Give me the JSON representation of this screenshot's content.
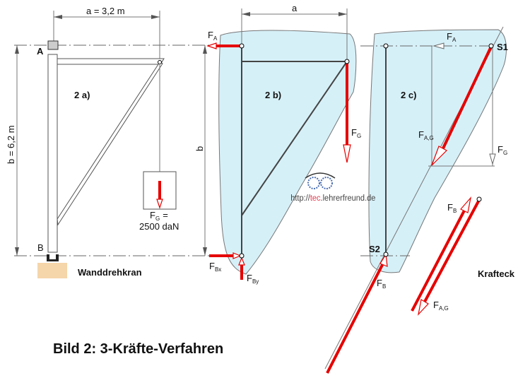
{
  "title": "Bild 2: 3-Kräfte-Verfahren",
  "panel_a": {
    "label": "2 a)",
    "dim_a": "a = 3,2 m",
    "dim_b": "b = 6,2 m",
    "point_a": "A",
    "point_b": "B",
    "load_symbol": "F",
    "load_sub": "G",
    "load_eq": "=",
    "load_value": "2500 daN",
    "caption": "Wanddrehkran"
  },
  "panel_b": {
    "label": "2 b)",
    "dim_a": "a",
    "dim_b": "b",
    "fa": "F",
    "fa_sub": "A",
    "fg": "F",
    "fg_sub": "G",
    "fbx": "F",
    "fbx_sub": "Bx",
    "fby": "F",
    "fby_sub": "By"
  },
  "panel_c": {
    "label": "2 c)",
    "s1": "S1",
    "s2": "S2",
    "fa": "F",
    "fa_sub": "A",
    "fag": "F",
    "fag_sub": "A,G",
    "fg": "F",
    "fg_sub": "G",
    "fb": "F",
    "fb_sub": "B"
  },
  "krafteck": {
    "label": "Krafteck",
    "fb": "F",
    "fb_sub": "B",
    "fag": "F",
    "fag_sub": "A,G"
  },
  "watermark": {
    "prefix": "http://",
    "accent": "tec",
    "suffix": ".lehrerfreund.de"
  },
  "colors": {
    "force": "#e60000",
    "region": "#d6f0f8",
    "base": "#f5d5aa"
  }
}
